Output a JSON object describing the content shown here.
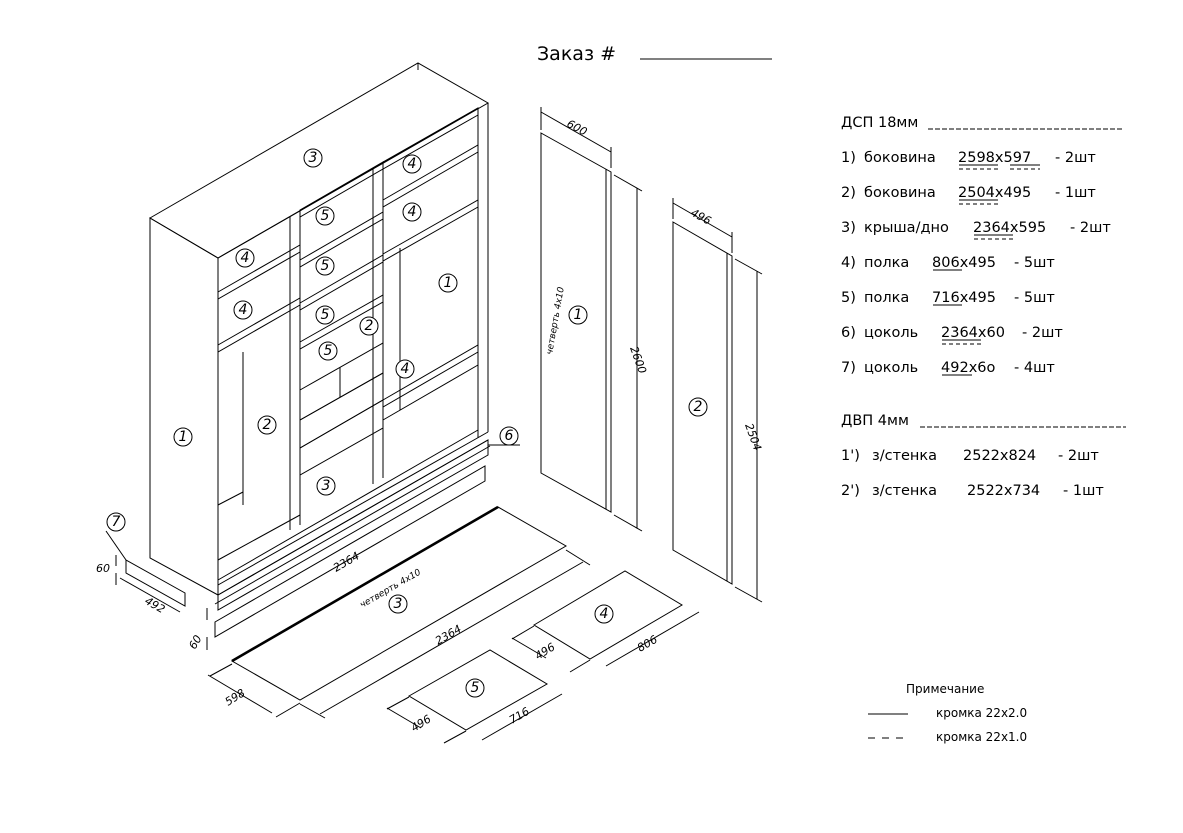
{
  "order": {
    "label": "Заказ #"
  },
  "dsp": {
    "header": "ДСП 18мм",
    "items": [
      {
        "idx": "1)",
        "name": "боковина",
        "size_a": "2598",
        "size_b": "597",
        "qty": "- 2шт"
      },
      {
        "idx": "2)",
        "name": "боковина",
        "size_a": "2504",
        "size_b": "495",
        "qty": "- 1шт"
      },
      {
        "idx": "3)",
        "name": "крыша/дно",
        "size_a": "2364",
        "size_b": "595",
        "qty": "- 2шт"
      },
      {
        "idx": "4)",
        "name": "полка",
        "size_a": "806",
        "size_b": "495",
        "qty": "- 5шт"
      },
      {
        "idx": "5)",
        "name": "полка",
        "size_a": "716",
        "size_b": "495",
        "qty": "- 5шт"
      },
      {
        "idx": "6)",
        "name": "цоколь",
        "size_a": "2364",
        "size_b": "60",
        "qty": "- 2шт"
      },
      {
        "idx": "7)",
        "name": "цоколь",
        "size_a": "492",
        "size_b": "6o",
        "qty": "- 4шт"
      }
    ]
  },
  "dvp": {
    "header": "ДВП 4мм",
    "items": [
      {
        "idx": "1')",
        "name": "з/стенка",
        "size": "2522x824",
        "qty": "- 2шт"
      },
      {
        "idx": "2')",
        "name": "з/стенка",
        "size": "2522x734",
        "qty": "- 1шт"
      }
    ]
  },
  "legend": {
    "title": "Примечание",
    "solid": "кромка 22x2.0",
    "dashed": "кромка 22x1.0"
  },
  "callouts": [
    "1",
    "2",
    "3",
    "4",
    "5",
    "6",
    "7"
  ],
  "dimensions": {
    "side1_width": "600",
    "side1_height": "2600",
    "side2_width": "496",
    "side2_height": "2504",
    "top_length": "2364",
    "top_depth": "598",
    "shelf4_len": "806",
    "shelf4_depth": "496",
    "shelf5_len": "716",
    "shelf5_depth": "496",
    "plinth_len": "2364",
    "plinth_h": "60",
    "plinth7_len": "492",
    "plinth7_h": "60"
  },
  "notes": {
    "groove": "четверть 4x10"
  }
}
